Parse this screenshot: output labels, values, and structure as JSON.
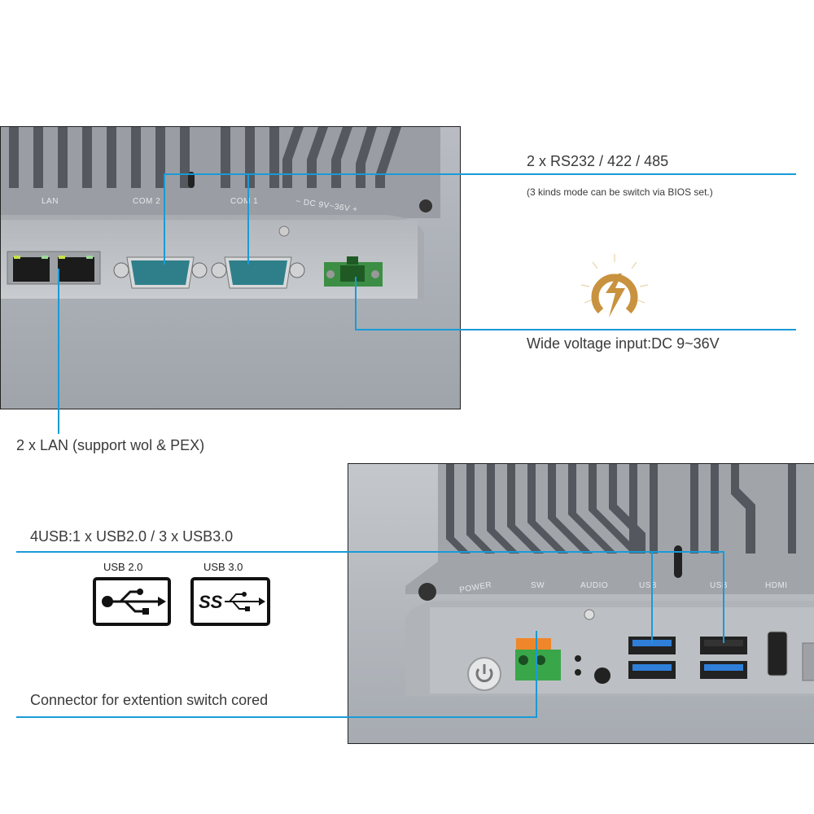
{
  "top_photo": {
    "port_labels": [
      "LAN",
      "COM 2",
      "COM 1",
      "− DC 9V~36V +"
    ]
  },
  "bottom_photo": {
    "port_labels": [
      "POWER",
      "SW",
      "AUDIO",
      "USB",
      "USB",
      "HDMI"
    ]
  },
  "callouts": {
    "serial_title": "2 x RS232 / 422 / 485",
    "serial_note": "(3 kinds mode can be switch via BIOS set.)",
    "power_input": "Wide voltage input:DC 9~36V",
    "lan": "2 x LAN (support wol & PEX)",
    "usb": "4USB:1 x USB2.0 / 3 x USB3.0",
    "switch_connector": "Connector for extention switch cored"
  },
  "usb_icons": [
    {
      "label": "USB 2.0",
      "icon": "usb-icon"
    },
    {
      "label": "USB 3.0",
      "icon": "usb-superspeed-icon",
      "glyph": "SS"
    }
  ],
  "colors": {
    "callout_line": "#1a9ad6",
    "power_icon": "#c8923f",
    "usb3_port": "#2f7fd9",
    "terminal_green": "#3aa64a",
    "terminal_orange": "#f0862a"
  }
}
